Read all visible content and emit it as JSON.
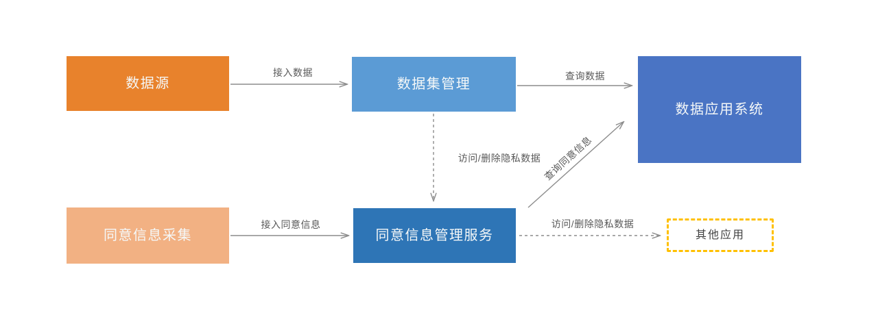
{
  "colors": {
    "background": "#FFFFFF",
    "box_orange": "#E8822C",
    "box_light_blue": "#5B9BD5",
    "box_blue": "#4A74C4",
    "box_light_orange": "#F2B183",
    "box_medium_blue": "#2E75B6",
    "other_apps_border": "#FFC000",
    "arrow_gray": "#8C8C8C",
    "label_gray": "#595959",
    "node_text": "#F5F8F8",
    "other_apps_text": "#404040"
  },
  "nodes": {
    "data_source": {
      "label": "数据源"
    },
    "dataset_management": {
      "label": "数据集管理"
    },
    "data_application_system": {
      "label": "数据应用系统"
    },
    "consent_info_collection": {
      "label": "同意信息采集"
    },
    "consent_info_management_service": {
      "label": "同意信息管理服务"
    },
    "other_applications": {
      "label": "其他应用"
    }
  },
  "edges": {
    "access_data": {
      "label": "接入数据",
      "style": "solid"
    },
    "query_data": {
      "label": "查询数据",
      "style": "solid"
    },
    "access_delete_private_data_top": {
      "label": "访问/删除隐私数据",
      "style": "dashed"
    },
    "access_consent_info": {
      "label": "接入同意信息",
      "style": "solid"
    },
    "query_consent_info": {
      "label": "查询同意信息",
      "style": "solid"
    },
    "access_delete_private_data_bottom": {
      "label": "访问/删除隐私数据",
      "style": "dashed"
    }
  }
}
